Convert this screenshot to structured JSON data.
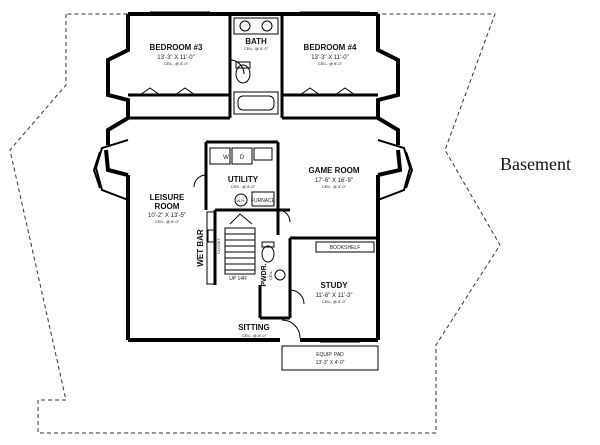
{
  "title": "Basement",
  "rooms": {
    "bedroom3": {
      "name": "BEDROOM #3",
      "dims": "13'-3\" X 11'-0\"",
      "ceil": "CEIL. @ 8'-0\""
    },
    "bath": {
      "name": "BATH",
      "ceil": "CEIL. @ 8'-0\""
    },
    "bedroom4": {
      "name": "BEDROOM #4",
      "dims": "13'-3\" X 11'-0\"",
      "ceil": "CEIL. @ 8'-0\""
    },
    "utility": {
      "name": "UTILITY",
      "ceil": "CEIL. @ 8'-0\""
    },
    "game_room": {
      "name": "GAME ROOM",
      "dims": "17'-6\" X 16'-9\"",
      "ceil": "CEIL. @ 8'-0\""
    },
    "leisure_room": {
      "name": "LEISURE",
      "name2": "ROOM",
      "dims": "10'-2\" X 13'-5\"",
      "ceil": "CEIL. @ 8'-0\""
    },
    "wet_bar": {
      "name": "WET BAR"
    },
    "pwdr": {
      "name": "PWDR.",
      "ceil": "CEIL."
    },
    "study": {
      "name": "STUDY",
      "dims": "11'-6\" X 11'-3\"",
      "ceil": "CEIL. @ 8'-0\""
    },
    "sitting": {
      "name": "SITTING",
      "ceil": "CEIL. @ 8'-0\""
    },
    "equip_pad": {
      "name": "EQUIP. PAD",
      "dims": "13'-3\" X 4'-0\""
    }
  },
  "fixtures": {
    "bookshelf": "BOOKSHELF",
    "furnace": "FURNACE",
    "water_heater": "W.H.",
    "washer": "W",
    "dryer": "D",
    "stair_up": "UP 14R",
    "closet": "CLOSET"
  }
}
